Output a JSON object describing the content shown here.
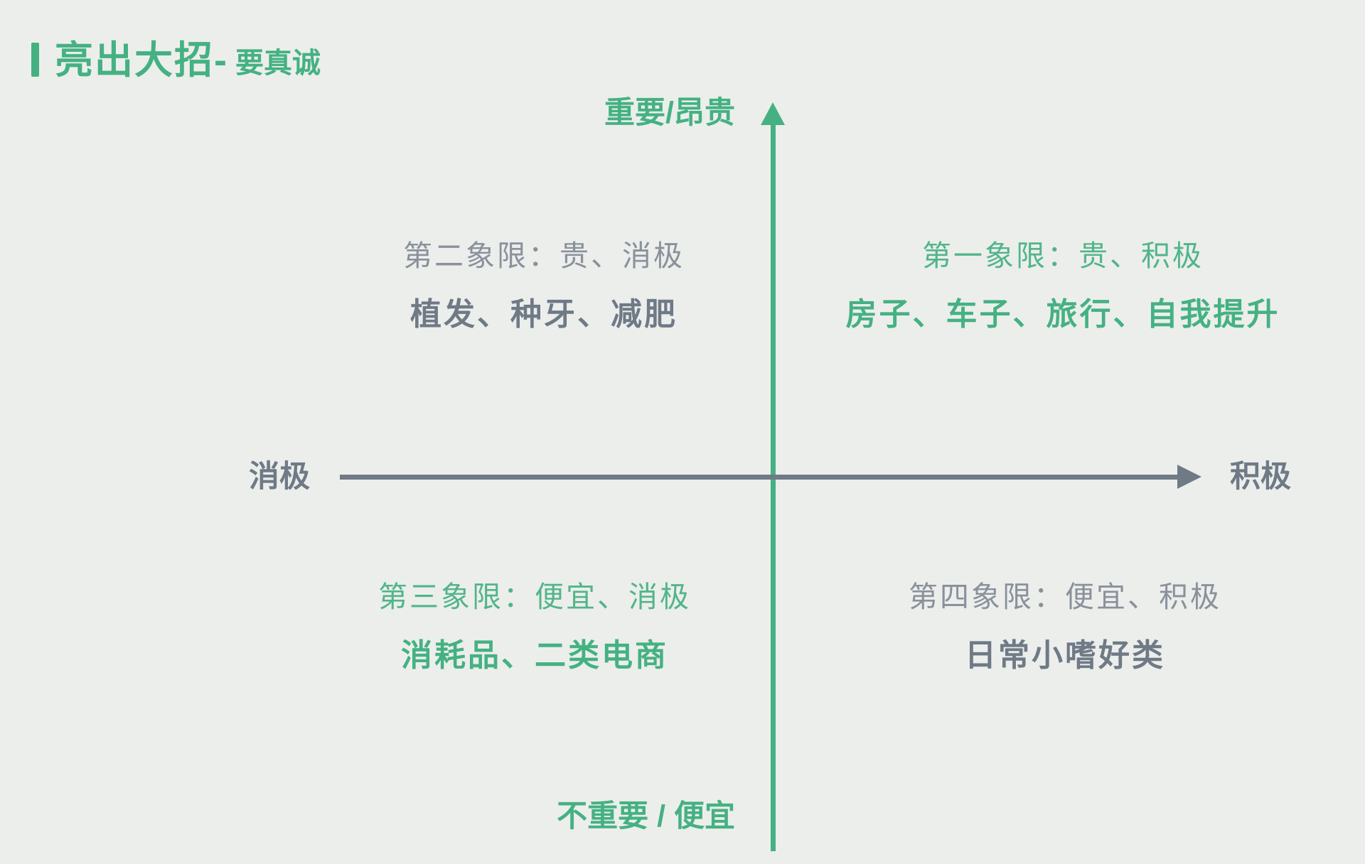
{
  "title": {
    "main": "亮出大招-",
    "sub": "要真诚"
  },
  "axes": {
    "top_label": "重要/昂贵",
    "bottom_label": "不重要 / 便宜",
    "left_label": "消极",
    "right_label": "积极"
  },
  "quadrants": {
    "q1": {
      "heading": "第一象限：贵、积极",
      "items": "房子、车子、旅行、自我提升"
    },
    "q2": {
      "heading": "第二象限：贵、消极",
      "items": "植发、种牙、减肥"
    },
    "q3": {
      "heading": "第三象限：便宜、消极",
      "items": "消耗品、二类电商"
    },
    "q4": {
      "heading": "第四象限：便宜、积极",
      "items": "日常小嗜好类"
    }
  },
  "colors": {
    "green": "#45B182",
    "gray": "#6F7A86",
    "gray-light": "#8A919B",
    "background": "#ECEEEC"
  }
}
